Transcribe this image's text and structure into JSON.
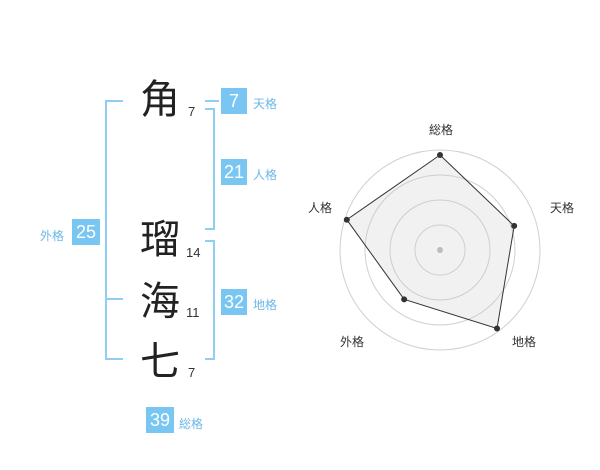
{
  "chars": [
    {
      "char": "角",
      "strokes": "7"
    },
    {
      "char": "瑠",
      "strokes": "14"
    },
    {
      "char": "海",
      "strokes": "11"
    },
    {
      "char": "七",
      "strokes": "7"
    }
  ],
  "badges": {
    "ten": {
      "value": "7",
      "label": "天格"
    },
    "jin": {
      "value": "21",
      "label": "人格"
    },
    "chi": {
      "value": "32",
      "label": "地格"
    },
    "gai": {
      "value": "25",
      "label": "外格"
    },
    "sou": {
      "value": "39",
      "label": "総格"
    }
  },
  "colors": {
    "accent": "#79c6f2",
    "line": "#8fcdf2"
  },
  "chart_data": {
    "type": "radar",
    "axes": [
      "総格",
      "天格",
      "地格",
      "外格",
      "人格"
    ],
    "values": [
      0.95,
      0.78,
      0.97,
      0.61,
      0.98
    ],
    "rings": 4
  }
}
